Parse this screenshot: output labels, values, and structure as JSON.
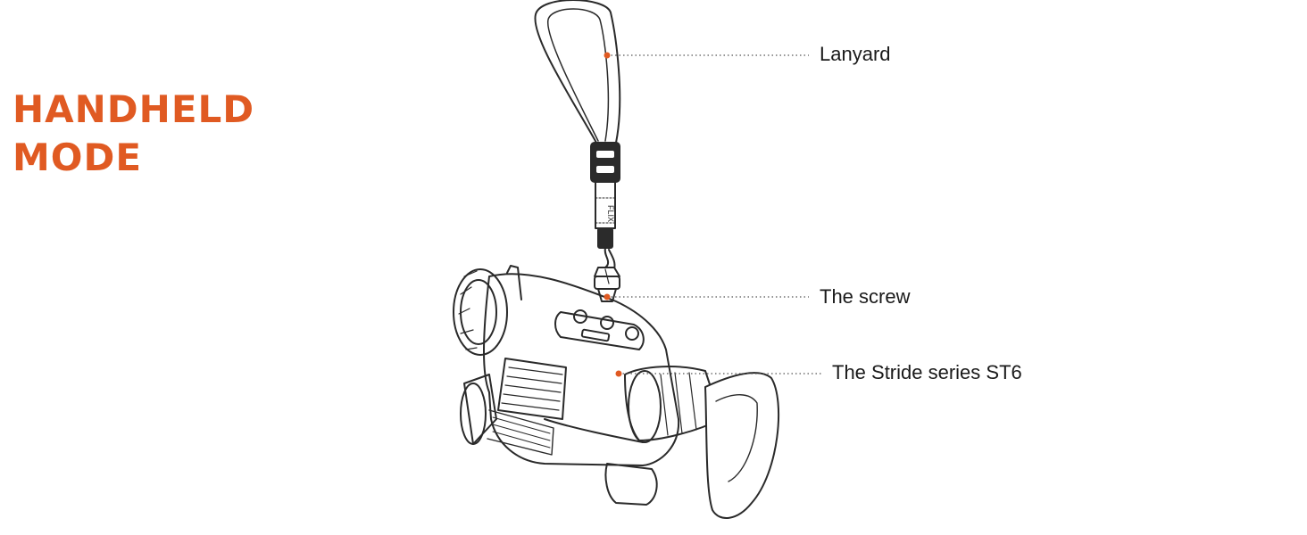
{
  "heading": {
    "line1": "HANDHELD",
    "line2": "MODE"
  },
  "strap_tag_text": "FLIX",
  "callouts": [
    {
      "id": "lanyard",
      "label": "Lanyard"
    },
    {
      "id": "screw",
      "label": "The screw"
    },
    {
      "id": "device",
      "label": "The Stride series ST6"
    }
  ],
  "colors": {
    "accent": "#e05a22",
    "line": "#2a2a2a",
    "leader": "#555555",
    "text": "#1a1a1a"
  }
}
